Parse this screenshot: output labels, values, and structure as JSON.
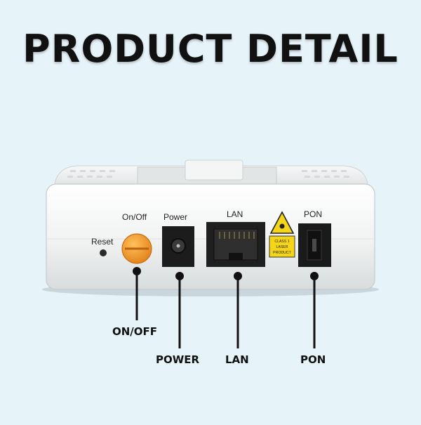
{
  "header": {
    "title": "PRODUCT DETAIL"
  },
  "device": {
    "ports": {
      "reset": "Reset",
      "onoff": "On/Off",
      "power": "Power",
      "lan": "LAN",
      "pon": "PON"
    },
    "laser_label": [
      "CLASS 1",
      "LASER",
      "PRODUCT"
    ]
  },
  "callouts": {
    "onoff": "ON/OFF",
    "power": "POWER",
    "lan": "LAN",
    "pon": "PON"
  },
  "colors": {
    "background": "#e6f4fa",
    "device_body": "#f2f3f3",
    "onoff_knob": "#f59a23",
    "laser_sticker": "#f5d516",
    "port_dark": "#1c1c1c"
  }
}
